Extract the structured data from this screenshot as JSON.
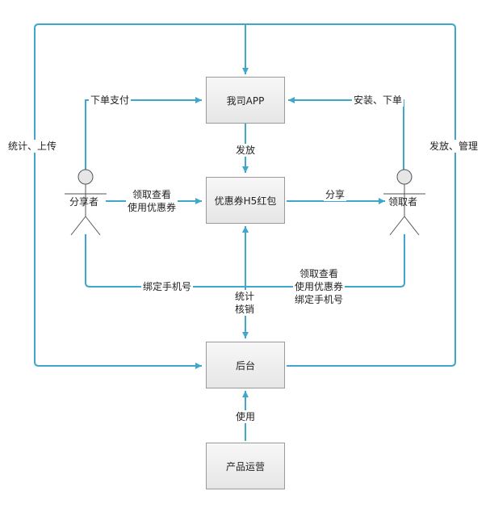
{
  "boxes": {
    "app": "我司APP",
    "coupon": "优惠券H5红包",
    "backend": "后台",
    "ops": "产品运营"
  },
  "actors": {
    "sharer": "分享者",
    "receiver": "领取者"
  },
  "edges": {
    "order_pay": "下单支付",
    "install_order": "安装、下单",
    "issue": "发放",
    "view_use_1": "领取查看",
    "view_use_2": "使用优惠券",
    "share": "分享",
    "stats_upload": "统计、上传",
    "issue_manage": "发放、管理",
    "bind_phone": "绑定手机号",
    "recv_1": "领取查看",
    "recv_2": "使用优惠券",
    "recv_3": "绑定手机号",
    "stat_1": "统计",
    "stat_2": "核销",
    "use": "使用"
  },
  "colors": {
    "line": "#3fa7cc",
    "box_border": "#9a9a9a",
    "box_fill_top": "#f7f7f7",
    "box_fill_bottom": "#e6e6e6"
  }
}
